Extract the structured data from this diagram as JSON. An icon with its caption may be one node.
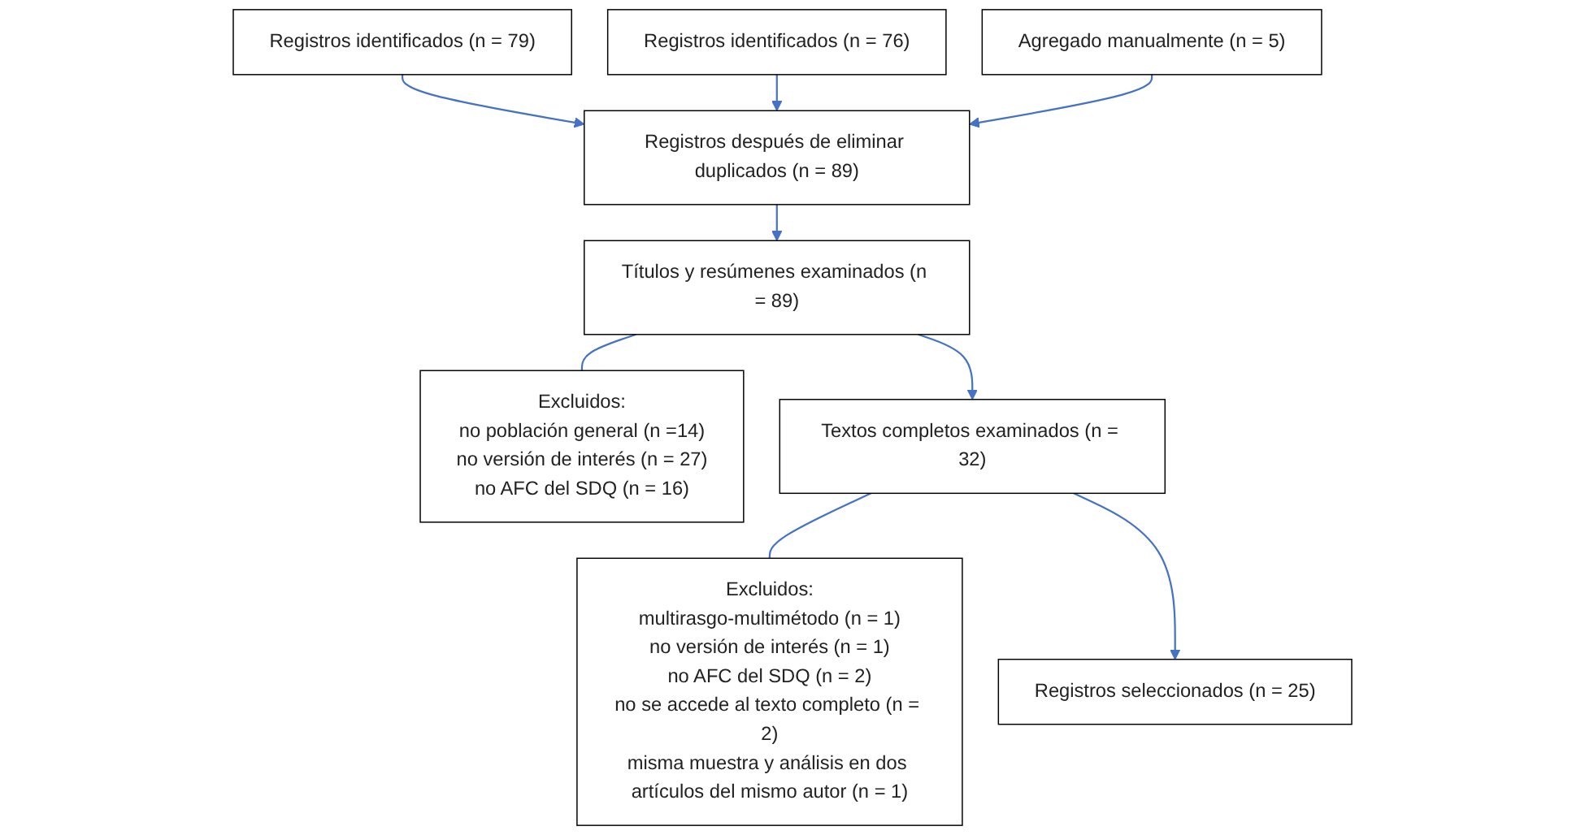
{
  "diagram": {
    "nodes": [
      {
        "text": [
          "Registros identificados (n = 79)"
        ]
      },
      {
        "text": [
          "Registros identificados (n = 76)"
        ]
      },
      {
        "text": [
          "Agregado manualmente (n = 5)"
        ]
      },
      {
        "text": [
          "Registros después de eliminar duplicados (n = 89)"
        ]
      },
      {
        "text": [
          "Títulos y resúmenes examinados (n = 89)"
        ]
      },
      {
        "text": [
          "Excluidos:",
          "no población general (n =14)",
          "no versión de interés (n = 27)",
          "no AFC del SDQ (n = 16)"
        ]
      },
      {
        "text": [
          "Textos completos examinados (n = 32)"
        ]
      },
      {
        "text": [
          "Excluidos:",
          "multirasgo-multimétodo (n = 1)",
          "no versión de interés (n = 1)",
          "no AFC del SDQ (n = 2)",
          "no se accede al texto completo (n = 2)",
          "misma muestra y análisis en dos artículos del mismo autor (n = 1)"
        ]
      },
      {
        "text": [
          "Registros seleccionados (n = 25)"
        ]
      }
    ],
    "edges": [
      {
        "from": 0,
        "to": 3,
        "arrow": "to"
      },
      {
        "from": 1,
        "to": 3,
        "arrow": "to"
      },
      {
        "from": 2,
        "to": 3,
        "arrow": "to"
      },
      {
        "from": 3,
        "to": 4,
        "arrow": "to"
      },
      {
        "from": 4,
        "to": 5,
        "arrow": "none"
      },
      {
        "from": 4,
        "to": 6,
        "arrow": "to"
      },
      {
        "from": 6,
        "to": 7,
        "arrow": "none"
      },
      {
        "from": 6,
        "to": 8,
        "arrow": "to"
      }
    ]
  }
}
